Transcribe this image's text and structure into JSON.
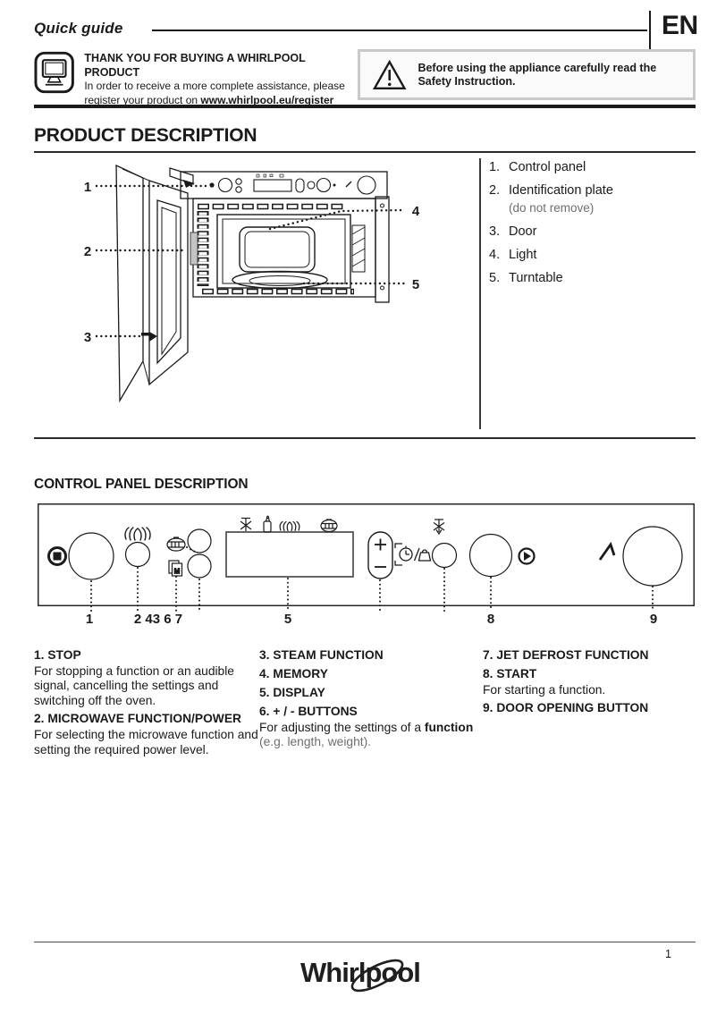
{
  "header": {
    "title": "Quick guide",
    "lang_badge": "EN",
    "thank_you": {
      "heading": "THANK YOU FOR BUYING A WHIRLPOOL PRODUCT",
      "line1": "In order to receive a more complete assistance, please",
      "line2_prefix": "register your product on ",
      "url": "www.whirlpool.eu/register"
    },
    "warning": {
      "text": "Before using the appliance carefully read the Safety Instruction."
    }
  },
  "product_description": {
    "title": "PRODUCT DESCRIPTION",
    "callouts": [
      "1",
      "2",
      "3",
      "4",
      "5"
    ],
    "parts": [
      {
        "num": "1.",
        "label": "Control panel",
        "note": ""
      },
      {
        "num": "2.",
        "label": "Identification plate",
        "note": "(do not remove)"
      },
      {
        "num": "3.",
        "label": "Door",
        "note": ""
      },
      {
        "num": "4.",
        "label": "Light",
        "note": ""
      },
      {
        "num": "5.",
        "label": "Turntable",
        "note": ""
      }
    ]
  },
  "control_panel": {
    "title": "CONTROL PANEL DESCRIPTION",
    "callouts": [
      "1",
      "2 43 6 7",
      "5",
      "8",
      "9"
    ],
    "icons": {
      "stop": "square-in-circle",
      "microwave_power": "microwave-waves",
      "steam": "steamer-pot",
      "memory": "document-page",
      "memory_letter": "M",
      "display_row": [
        "defrost-snowflake",
        "baby-bottle",
        "microwave-waves",
        "steamer-pot"
      ],
      "plus": "+",
      "minus": "−",
      "settings": "clock-slash-weight",
      "jet_defrost": "defrost-arrow",
      "start": "play-circle",
      "door_open": "open-angle"
    },
    "columns": [
      {
        "blocks": [
          {
            "head": "1. STOP",
            "body": "For stopping a function or an audible signal, cancelling the settings and switching off the oven."
          },
          {
            "head": "2. MICROWAVE FUNCTION/POWER",
            "body": "For selecting the microwave function and setting the required power level."
          }
        ]
      },
      {
        "blocks": [
          {
            "head": "3. STEAM FUNCTION"
          },
          {
            "head": "4. MEMORY"
          },
          {
            "head": "5. DISPLAY"
          },
          {
            "head": "6. + / - BUTTONS",
            "body_pre": "For adjusting the settings of a ",
            "body_bold": "function",
            "body_note": " (e.g. length, weight)."
          }
        ]
      },
      {
        "blocks": [
          {
            "head": "7. JET DEFROST FUNCTION"
          },
          {
            "head": "8. START",
            "body": "For starting a function."
          },
          {
            "head": "9. DOOR OPENING BUTTON"
          }
        ]
      }
    ]
  },
  "footer": {
    "brand": "Whirlpool",
    "page_number": "1"
  }
}
